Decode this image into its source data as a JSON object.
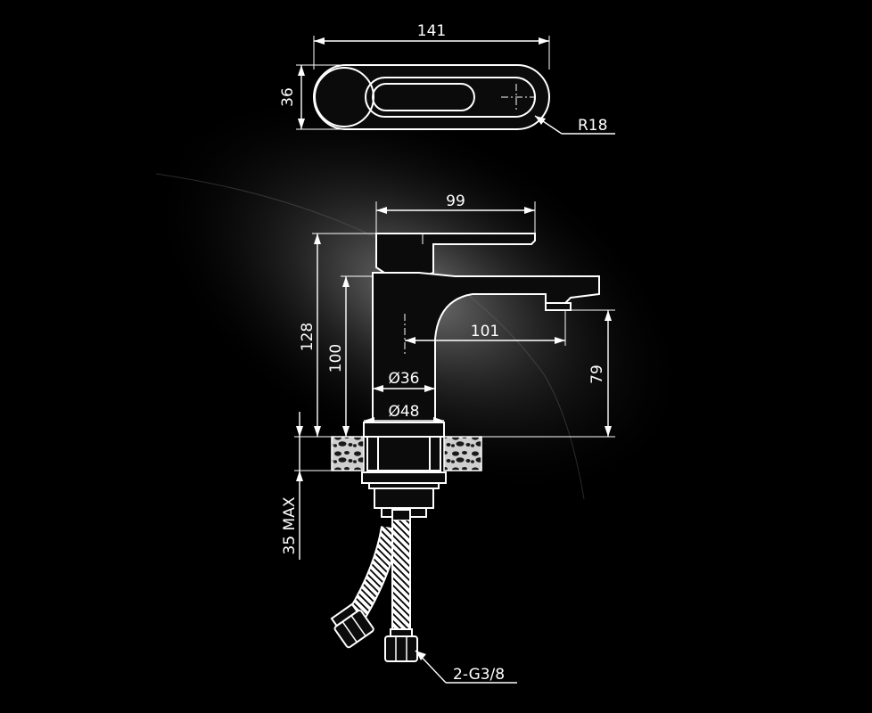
{
  "colors": {
    "background": "#000000",
    "glow": "#6a6a6a",
    "line": "#ffffff"
  },
  "dimensions": {
    "top_width": "141",
    "top_height": "36",
    "top_radius": "R18",
    "handle_reach": "99",
    "total_height": "128",
    "body_height": "100",
    "spout_reach": "101",
    "spout_height": "79",
    "body_diameter": "Ø36",
    "base_diameter": "Ø48",
    "max_thickness": "35 MAX",
    "connection": "2-G3/8"
  }
}
